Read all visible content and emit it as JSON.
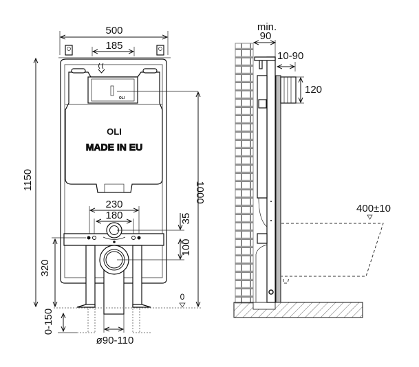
{
  "front_view": {
    "width_total": "500",
    "bracket_spacing": "185",
    "height_total": "1150",
    "height_to_flush": "1000",
    "brand_logo": "OLI",
    "panel_logo": "OLI",
    "made_in": "MADE IN EU",
    "bolt_spacing_outer": "230",
    "bolt_spacing_inner": "180",
    "supply_offset": "35",
    "drain_offset": "100",
    "bolt_height": "320",
    "floor_level": "0",
    "leg_adjust": "0-150",
    "drain_diameter": "ø90-110"
  },
  "side_view": {
    "min_label": "min.",
    "min_depth": "90",
    "offset_range": "10-90",
    "panel_height": "120",
    "seat_height": "400±10"
  },
  "colors": {
    "line": "#111111",
    "plate": "#bdbdbd"
  }
}
